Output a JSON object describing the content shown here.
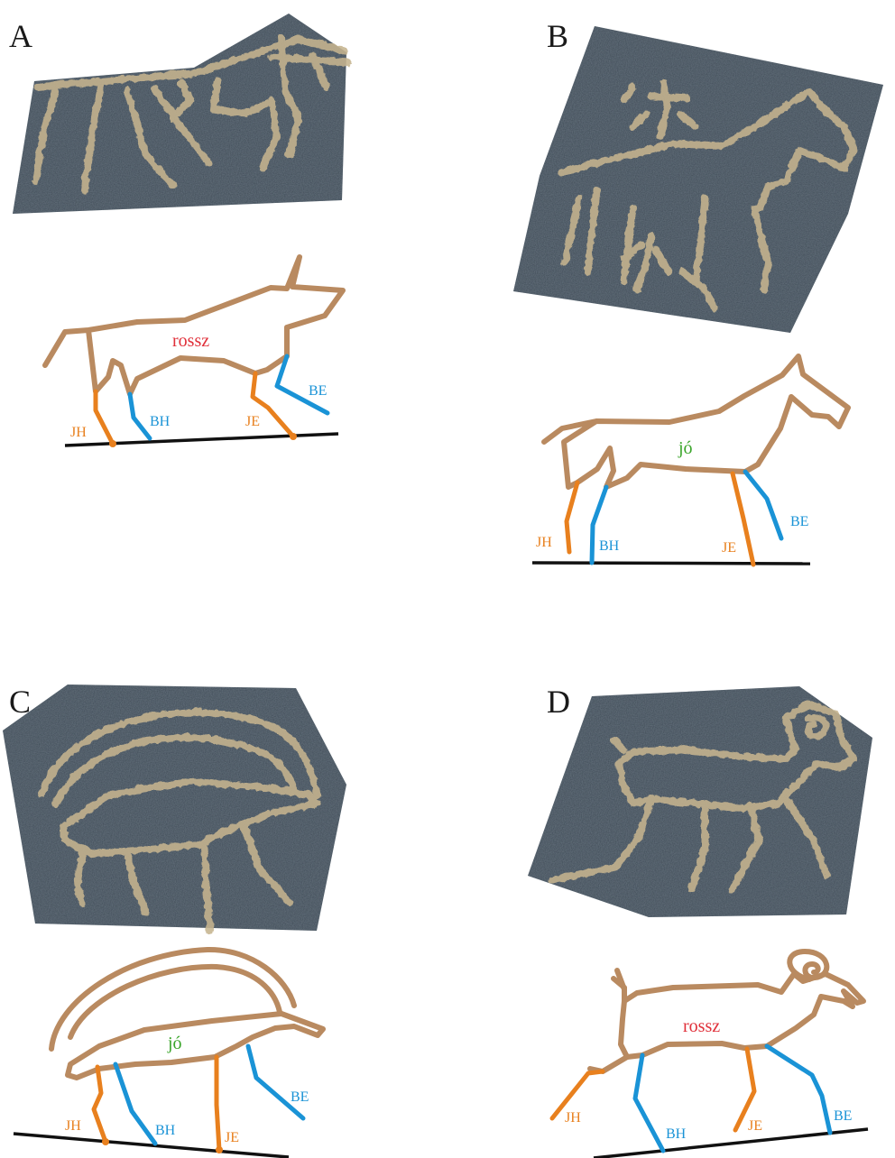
{
  "colors": {
    "body": "#b98a60",
    "front_leg": "#e8801e",
    "hind_leg": "#1a93d6",
    "ground": "#111111",
    "good": "#3aa52a",
    "bad": "#e0303a",
    "rock": "#3d4a55",
    "engraving": "#c6b48f"
  },
  "legend_codes": {
    "JH": "JH",
    "BH": "BH",
    "JE": "JE",
    "BE": "BE"
  },
  "panels": {
    "A": {
      "letter": "A",
      "verdict": "rossz",
      "verdict_kind": "bad",
      "leg_labels": {
        "jh": "JH",
        "bh": "BH",
        "je": "JE",
        "be": "BE"
      },
      "photo_description_icon": "petroglyph-photo"
    },
    "B": {
      "letter": "B",
      "verdict": "jó",
      "verdict_kind": "good",
      "leg_labels": {
        "jh": "JH",
        "bh": "BH",
        "je": "JE",
        "be": "BE"
      },
      "photo_description_icon": "petroglyph-photo"
    },
    "C": {
      "letter": "C",
      "verdict": "jó",
      "verdict_kind": "good",
      "leg_labels": {
        "jh": "JH",
        "bh": "BH",
        "je": "JE",
        "be": "BE"
      },
      "photo_description_icon": "petroglyph-photo"
    },
    "D": {
      "letter": "D",
      "verdict": "rossz",
      "verdict_kind": "bad",
      "leg_labels": {
        "jh": "JH",
        "bh": "BH",
        "je": "JE",
        "be": "BE"
      },
      "photo_description_icon": "petroglyph-photo"
    }
  }
}
